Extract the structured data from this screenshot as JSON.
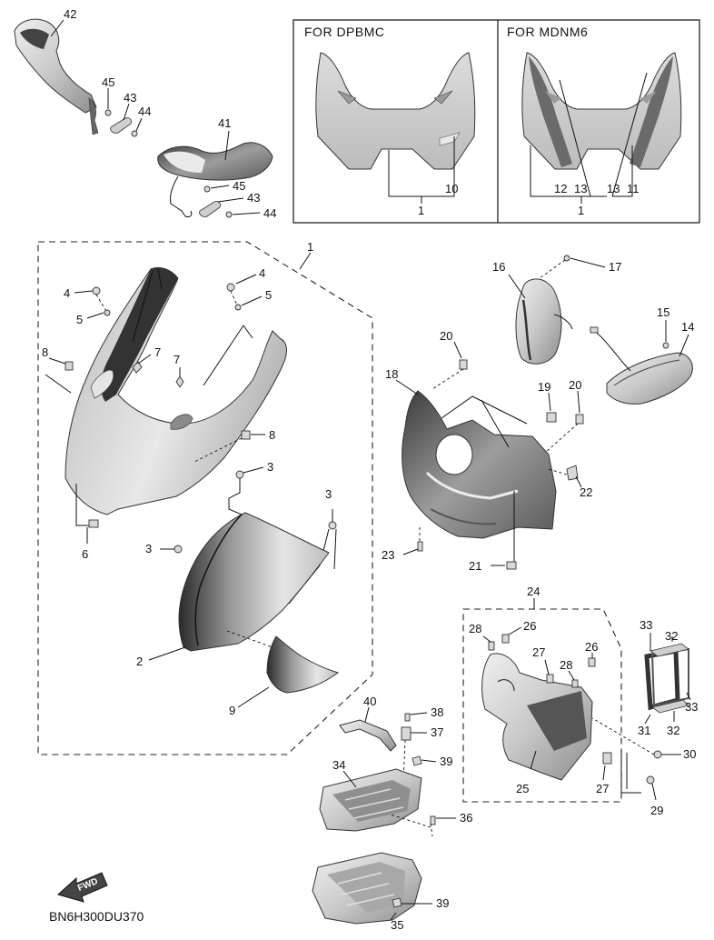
{
  "variants": {
    "left_header": "FOR  DPBMC",
    "right_header": "FOR  MDNM6"
  },
  "callouts": {
    "c42": "42",
    "c45a": "45",
    "c43a": "43",
    "c44a": "44",
    "c41": "41",
    "c45b": "45",
    "c43b": "43",
    "c44b": "44",
    "v10": "10",
    "v1a": "1",
    "v12": "12",
    "v13a": "13",
    "v13b": "13",
    "v11": "11",
    "v1b": "1",
    "c1": "1",
    "c4a": "4",
    "c5a": "5",
    "c4b": "4",
    "c5b": "5",
    "c8a": "8",
    "c7a": "7",
    "c7b": "7",
    "c8b": "8",
    "c3a": "3",
    "c3b": "3",
    "c3c": "3",
    "c6": "6",
    "c2": "2",
    "c9": "9",
    "c16": "16",
    "c17": "17",
    "c15": "15",
    "c14": "14",
    "c20a": "20",
    "c18": "18",
    "c19": "19",
    "c20b": "20",
    "c22": "22",
    "c23": "23",
    "c21": "21",
    "c24": "24",
    "c28a": "28",
    "c26a": "26",
    "c27a": "27",
    "c28b": "28",
    "c26b": "26",
    "c25": "25",
    "c27b": "27",
    "c30": "30",
    "c29": "29",
    "c33a": "33",
    "c32a": "32",
    "c31": "31",
    "c32b": "32",
    "c33b": "33",
    "c40": "40",
    "c38": "38",
    "c37": "37",
    "c39a": "39",
    "c34": "34",
    "c36": "36",
    "c39b": "39",
    "c35": "35"
  },
  "footer": {
    "fwd_text": "FWD",
    "diagram_code": "BN6H300DU370"
  },
  "icons": {
    "forward_arrow": "fwd-arrow-icon"
  }
}
